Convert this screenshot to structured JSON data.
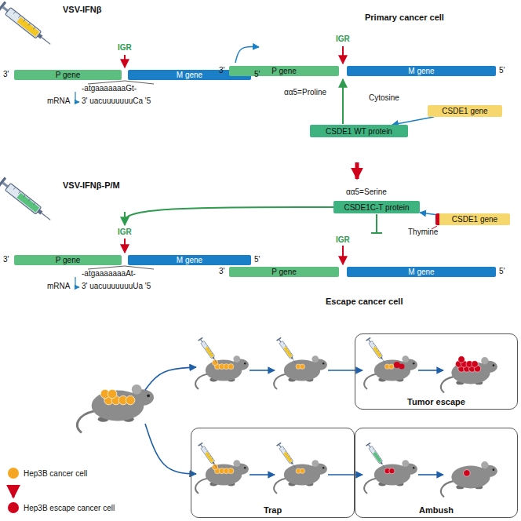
{
  "diagram": {
    "nodes": [
      {
        "text": [
          "P gene"
        ]
      },
      {
        "text": [
          "M gene"
        ]
      },
      {
        "text": [
          "Primary cancer cell"
        ]
      },
      {
        "text": [
          "P gene"
        ],
        "in": 2
      },
      {
        "text": [
          "M gene"
        ],
        "in": 2
      },
      {
        "text": [
          "CSDE1 gene"
        ],
        "in": 2
      },
      {
        "text": [
          "CSDE1 WT protein"
        ],
        "in": 2
      },
      {
        "text": [
          "P gene"
        ]
      },
      {
        "text": [
          "M gene"
        ]
      },
      {
        "text": [
          "Escape cancer cell"
        ]
      },
      {
        "text": [
          "CSDE1C-T protein"
        ],
        "in": 9
      },
      {
        "text": [
          "CSDE1 gene"
        ],
        "in": 9
      },
      {
        "text": [
          "P gene"
        ],
        "in": 9
      },
      {
        "text": [
          "M gene"
        ],
        "in": 9
      },
      {
        "text": [
          "Tumor escape"
        ]
      },
      {
        "text": [
          "Trap"
        ]
      },
      {
        "text": [
          "Ambush"
        ]
      }
    ],
    "edges": [
      {
        "from": 5,
        "to": 6,
        "arrow": "to"
      },
      {
        "from": 11,
        "to": 10,
        "arrow": "to"
      },
      {
        "from": 2,
        "to": 9,
        "arrow": "to"
      }
    ],
    "labels": [
      "VSV-IFNβ",
      "IGR",
      "3'",
      "5'",
      "-atgaaaaaaaGt-",
      "mRNA",
      "3' uacuuuuuuuCa '5",
      "IGR",
      "3'",
      "5'",
      "Cytosine",
      "αα5=Proline",
      "VSV-IFNβ-P/M",
      "IGR",
      "3'",
      "5'",
      "-atgaaaaaaaAt-",
      "mRNA",
      "3' uacuuuuuuuUa '5",
      "αα5=Serine",
      "Thymine",
      "IGR",
      "3'",
      "5'"
    ],
    "legend": [
      {
        "text": "Hep3B cancer cell",
        "color": "#f5a623"
      },
      {
        "text": "Hep3B escape cancer cell",
        "color": "#d0021b"
      }
    ]
  }
}
